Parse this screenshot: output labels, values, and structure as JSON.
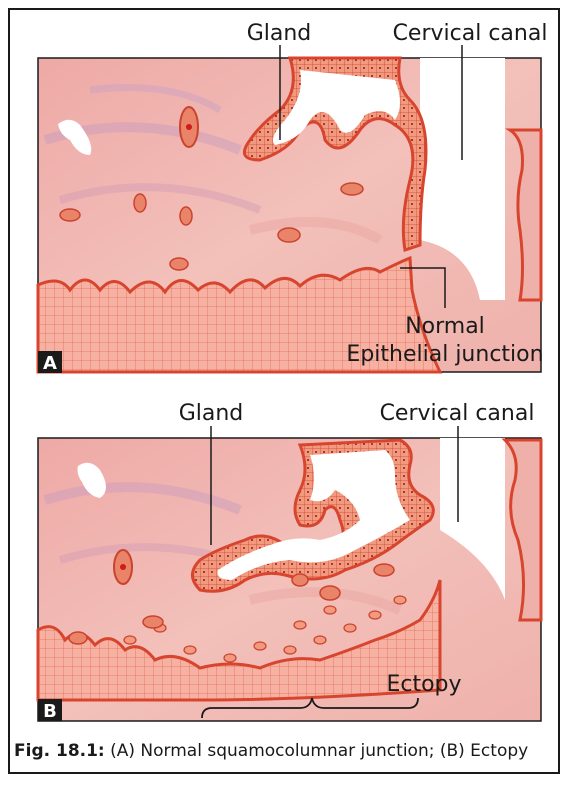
{
  "panel_a": {
    "letter": "A",
    "label_gland": "Gland",
    "label_canal": "Cervical canal",
    "label_junction_line1": "Normal",
    "label_junction_line2": "Epithelial junction"
  },
  "panel_b": {
    "letter": "B",
    "label_gland": "Gland",
    "label_canal": "Cervical canal",
    "label_ectopy": "Ectopy"
  },
  "caption": {
    "prefix": "Fig. 18.1:",
    "text": " (A) Normal squamocolumnar junction; (B) Ectopy"
  },
  "colors": {
    "stroma": "#f0b5b0",
    "stroma_dark": "#e59b97",
    "epithelium": "#e0553f",
    "epithelium_fill": "#f08a70",
    "squamous": "#f4a595",
    "vessel": "#c7c2e0"
  }
}
